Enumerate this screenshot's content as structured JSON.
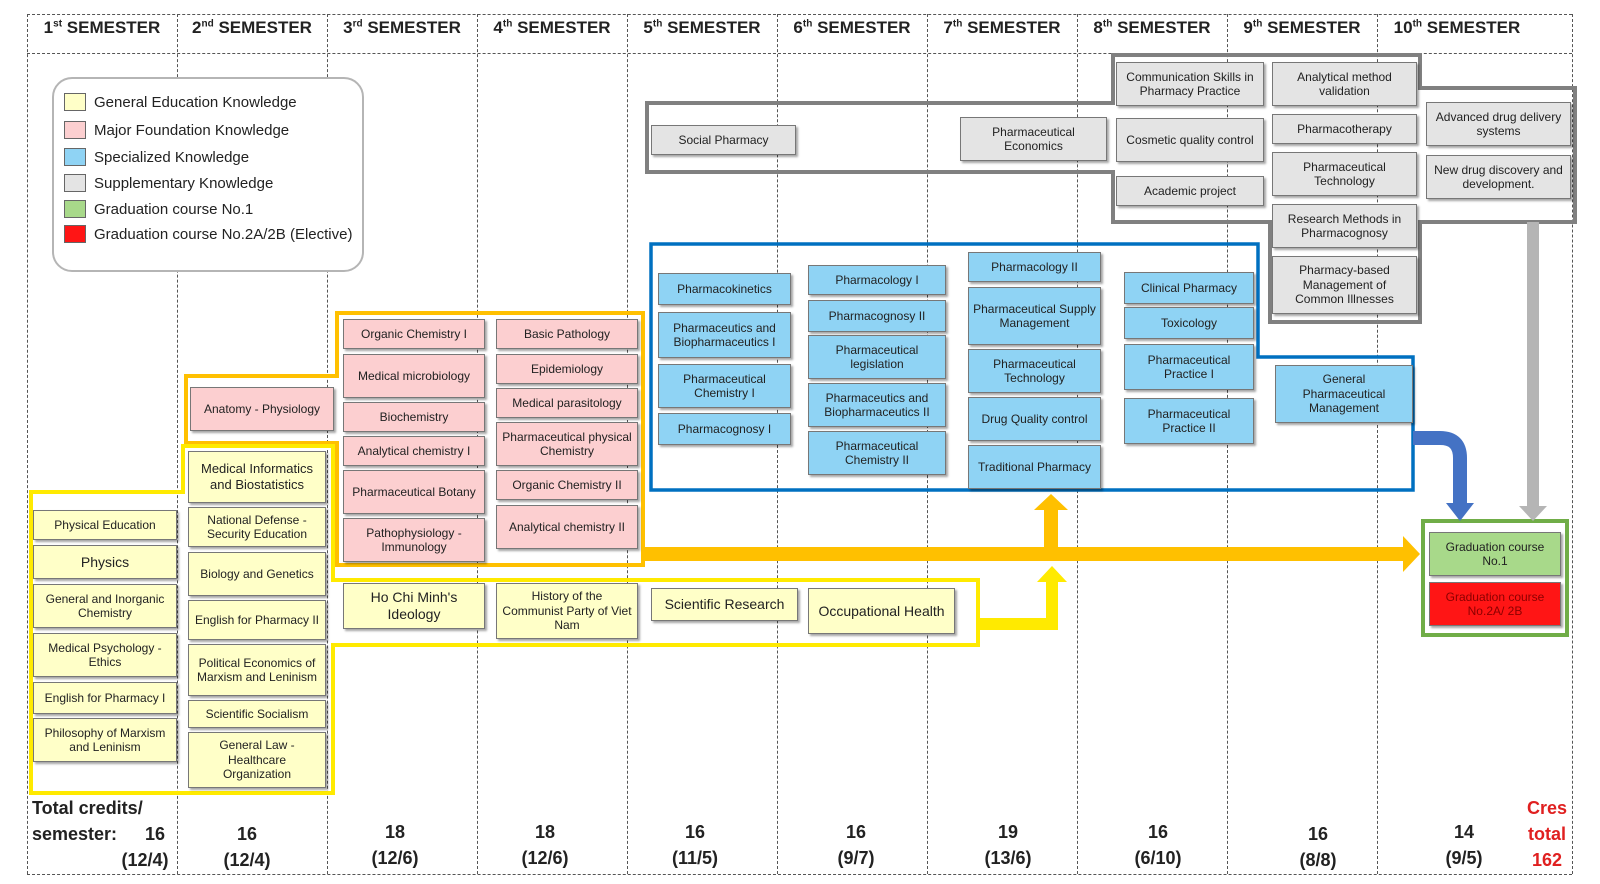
{
  "semesters": [
    {
      "num": "1",
      "sup": "st",
      "label": "SEMESTER"
    },
    {
      "num": "2",
      "sup": "nd",
      "label": "SEMESTER"
    },
    {
      "num": "3",
      "sup": "rd",
      "label": "SEMESTER"
    },
    {
      "num": "4",
      "sup": "th",
      "label": "SEMESTER"
    },
    {
      "num": "5",
      "sup": "th",
      "label": "SEMESTER"
    },
    {
      "num": "6",
      "sup": "th",
      "label": "SEMESTER"
    },
    {
      "num": "7",
      "sup": "th",
      "label": "SEMESTER"
    },
    {
      "num": "8",
      "sup": "th",
      "label": "SEMESTER"
    },
    {
      "num": "9",
      "sup": "th",
      "label": "SEMESTER"
    },
    {
      "num": "10",
      "sup": "th",
      "label": "SEMESTER"
    }
  ],
  "legend": [
    {
      "label": "General Education Knowledge",
      "color": "#ffffc8"
    },
    {
      "label": "Major Foundation Knowledge",
      "color": "#fccfd0"
    },
    {
      "label": "Specialized Knowledge",
      "color": "#8fd3f4"
    },
    {
      "label": "Supplementary  Knowledge",
      "color": "#e4e4e4"
    },
    {
      "label": "Graduation course No.1",
      "color": "#a8d98a"
    },
    {
      "label": "Graduation course No.2A/2B (Elective)",
      "color": "#ff1515"
    }
  ],
  "courses": {
    "physical_education": "Physical Education",
    "physics": "Physics",
    "general_inorganic_chemistry": "General and Inorganic Chemistry",
    "medical_psychology_ethics": "Medical Psychology - Ethics",
    "english_pharmacy_1": "English for Pharmacy I",
    "philosophy_marxism": "Philosophy of Marxism and Leninism",
    "anatomy_physiology": "Anatomy - Physiology",
    "medical_informatics": "Medical Informatics and Biostatistics",
    "national_defense": "National Defense - Security Education",
    "biology_genetics": "Biology and Genetics",
    "english_pharmacy_2": "English for Pharmacy II",
    "political_economics": "Political Economics of Marxism and Leninism",
    "scientific_socialism": "Scientific Socialism",
    "general_law": "General Law - Healthcare Organization",
    "organic_chemistry_1": "Organic Chemistry I",
    "medical_microbiology": "Medical microbiology",
    "biochemistry": "Biochemistry",
    "analytical_chemistry_1": "Analytical chemistry I",
    "pharmaceutical_botany": "Pharmaceutical Botany",
    "pathophysiology_immunology": "Pathophysiology - Immunology",
    "ho_chi_minh_ideology": "Ho Chi Minh's Ideology",
    "basic_pathology": "Basic Pathology",
    "epidemiology": "Epidemiology",
    "medical_parasitology": "Medical parasitology",
    "pharm_physical_chemistry": "Pharmaceutical physical Chemistry",
    "organic_chemistry_2": "Organic Chemistry II",
    "analytical_chemistry_2": "Analytical chemistry II",
    "history_communist_party": "History of the Communist Party of Viet Nam",
    "social_pharmacy": "Social Pharmacy",
    "pharmacokinetics": "Pharmacokinetics",
    "pharmaceutics_1": "Pharmaceutics and Biopharmaceutics I",
    "pharm_chemistry_1": "Pharmaceutical Chemistry I",
    "pharmacognosy_1": "Pharmacognosy I",
    "scientific_research": "Scientific Research",
    "pharmacology_1": "Pharmacology I",
    "pharmacognosy_2": "Pharmacognosy II",
    "pharm_legislation": "Pharmaceutical legislation",
    "pharmaceutics_2": "Pharmaceutics and Biopharmaceutics II",
    "pharm_chemistry_2": "Pharmaceutical Chemistry II",
    "occupational_health": "Occupational Health",
    "pharm_economics": "Pharmaceutical Economics",
    "pharmacology_2": "Pharmacology II",
    "pharm_supply_mgmt": "Pharmaceutical Supply Management",
    "pharm_technology_7": "Pharmaceutical Technology",
    "drug_quality_control": "Drug Quality control",
    "traditional_pharmacy": "Traditional Pharmacy",
    "communication_skills": "Communication Skills in Pharmacy Practice",
    "cosmetic_quality": "Cosmetic quality control",
    "academic_project": "Academic project",
    "clinical_pharmacy": "Clinical Pharmacy",
    "toxicology": "Toxicology",
    "pharm_practice_1": "Pharmaceutical Practice I",
    "pharm_practice_2": "Pharmaceutical Practice II",
    "analytical_validation": "Analytical method validation",
    "pharmacotherapy": "Pharmacotherapy",
    "pharm_technology_9": "Pharmaceutical Technology",
    "research_methods": "Research Methods in Pharmacognosy",
    "pharmacy_based_mgmt": "Pharmacy-based Management of Common Illnesses",
    "general_pharm_mgmt": "General Pharmaceutical Management",
    "advanced_drug_delivery": "Advanced drug delivery systems",
    "new_drug_discovery": "New drug discovery and development.",
    "graduation_1": "Graduation course No.1",
    "graduation_2": "Graduation course No.2A/ 2B"
  },
  "credits": {
    "label_line1": "Total credits/",
    "label_line2": "semester:",
    "values": [
      {
        "total": "16",
        "split": "(12/4)"
      },
      {
        "total": "16",
        "split": "(12/4)"
      },
      {
        "total": "18",
        "split": "(12/6)"
      },
      {
        "total": "18",
        "split": "(12/6)"
      },
      {
        "total": "16",
        "split": "(11/5)"
      },
      {
        "total": "16",
        "split": "(9/7)"
      },
      {
        "total": "19",
        "split": "(13/6)"
      },
      {
        "total": "16",
        "split": "(6/10)"
      },
      {
        "total": "16",
        "split": "(8/8)"
      },
      {
        "total": "14",
        "split": "(9/5)"
      }
    ],
    "grand_label_1": "Cres",
    "grand_label_2": "total",
    "grand_total": "162"
  },
  "colors": {
    "general": "#ffffc8",
    "foundation": "#fccfd0",
    "specialized": "#8fd3f4",
    "supplementary": "#e4e4e4",
    "grad1": "#a8d98a",
    "grad2": "#ff1515",
    "outline_yellow": "#ffea00",
    "outline_orange": "#ffc000",
    "outline_blue": "#0070c0",
    "outline_gray": "#808080",
    "outline_green": "#70ad47"
  }
}
